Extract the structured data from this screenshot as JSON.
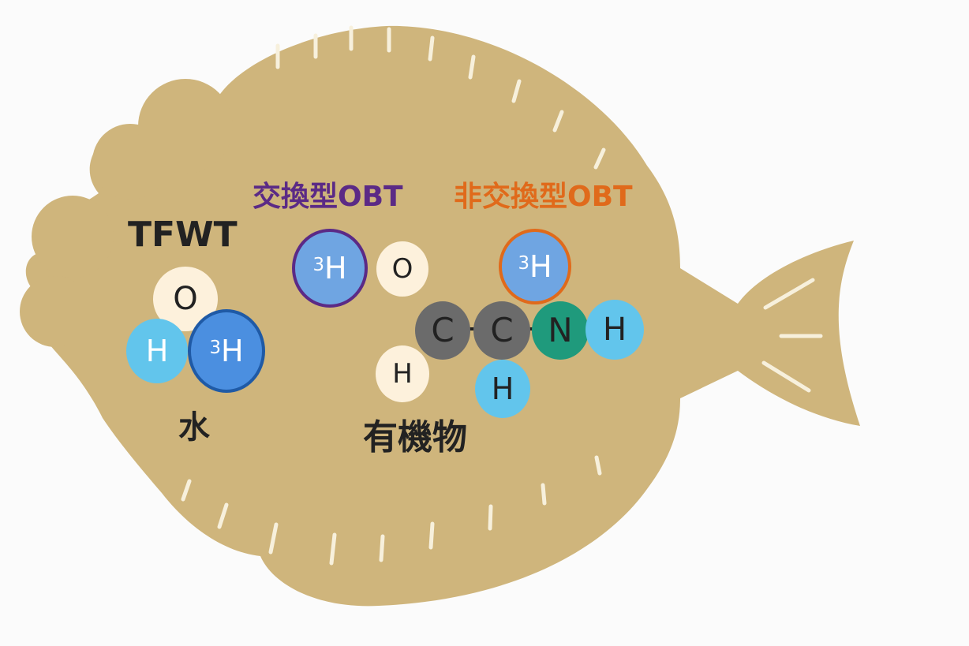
{
  "colors": {
    "fish_body": "#cfb57c",
    "fish_marks": "#f7f0dc",
    "background": "#fbfbfb",
    "label_dark": "#222222",
    "label_exchange": "#5b2a86",
    "label_nonexchange": "#e06a1b",
    "atom_oxygen": "#fdf1dc",
    "atom_h_light": "#62c5ec",
    "atom_tritium": "#6fa5e2",
    "atom_carbon": "#6b6b6b",
    "atom_nitrogen": "#1f9a7c"
  },
  "labels": {
    "tfwt": "TFWT",
    "water": "水",
    "exchangeable_obt": "交換型OBT",
    "non_exchangeable_obt": "非交換型OBT",
    "organic": "有機物"
  },
  "molecules": {
    "water": {
      "oxygen": "O",
      "hydrogen": "H",
      "tritium_mass": "3",
      "tritium_symbol": "H"
    },
    "exchangeable": {
      "tritium_mass": "3",
      "tritium_symbol": "H",
      "oxygen": "O",
      "hydrogen": "H"
    },
    "organic_chain": {
      "carbon_1": "C",
      "carbon_2": "C",
      "nitrogen": "N",
      "hydrogen_right": "H",
      "hydrogen_bottom": "H",
      "tritium_mass": "3",
      "tritium_symbol": "H"
    }
  }
}
